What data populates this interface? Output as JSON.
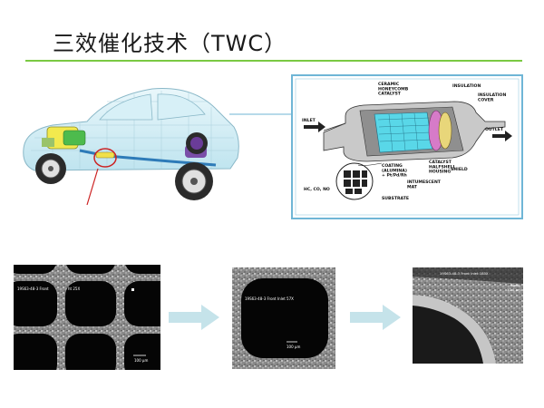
{
  "slide": {
    "title": "三效催化技术（TWC）"
  },
  "diagram": {
    "labels": {
      "ceramic": "CERAMIC\nHONEYCOMB\nCATALYST",
      "insulation": "INSULATION",
      "cover": "INSULATION\nCOVER",
      "inlet": "INLET",
      "outlet": "OUTLET",
      "shield": "SHIELD",
      "housing": "CATALYST\nHALFSHELL\nHOUSING",
      "coating": "COATING\n(ALUMINA)\n+ Pt/Pd/Rh",
      "mat": "INTUMESCENT\nMAT",
      "substrate": "SUBSTRATE",
      "gases": "HC, CO, NO"
    }
  },
  "micrographs": [
    {
      "caption": "19S63-48-3  Front",
      "caption2": "ht  25X",
      "scale": "100 µm"
    },
    {
      "caption": "19S63-48-3  Front Inlet 57X",
      "scale": "100 µm"
    },
    {
      "caption": "19S63-48-3  Front Inlet 183X",
      "scale": "10.0 µm"
    }
  ],
  "colors": {
    "accent": "#7ac943",
    "arrow": "#c5e3ea",
    "frame": "#6fb6d6"
  }
}
